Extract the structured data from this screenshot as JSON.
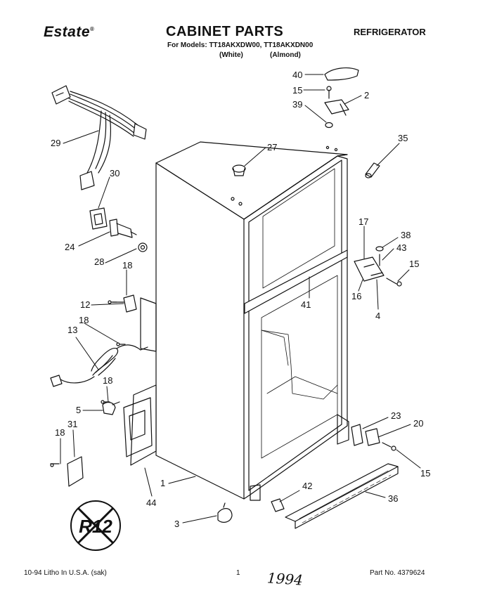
{
  "header": {
    "brand": "Estate",
    "title": "CABINET PARTS",
    "category": "REFRIGERATOR",
    "models": "For Models: TT18AKXDW00, TT18AKXDN00",
    "variant_1": "(White)",
    "variant_2": "(Almond)"
  },
  "callouts": {
    "c40": "40",
    "c15a": "15",
    "c2": "2",
    "c39": "39",
    "c35": "35",
    "c27": "27",
    "c29": "29",
    "c30": "30",
    "c24": "24",
    "c28": "28",
    "c18a": "18",
    "c12": "12",
    "c18b": "18",
    "c13": "13",
    "c18c": "18",
    "c5": "5",
    "c18d": "18",
    "c31": "31",
    "c17": "17",
    "c38": "38",
    "c43": "43",
    "c15b": "15",
    "c16": "16",
    "c4": "4",
    "c41": "41",
    "c23": "23",
    "c20": "20",
    "c15c": "15",
    "c1": "1",
    "c44": "44",
    "c42": "42",
    "c36": "36",
    "c3": "3"
  },
  "badge": {
    "text": "R12"
  },
  "footer": {
    "left": "10-94 Litho In U.S.A. (sak)",
    "center": "1",
    "right": "Part No. 4379624",
    "handwritten": "1994"
  }
}
